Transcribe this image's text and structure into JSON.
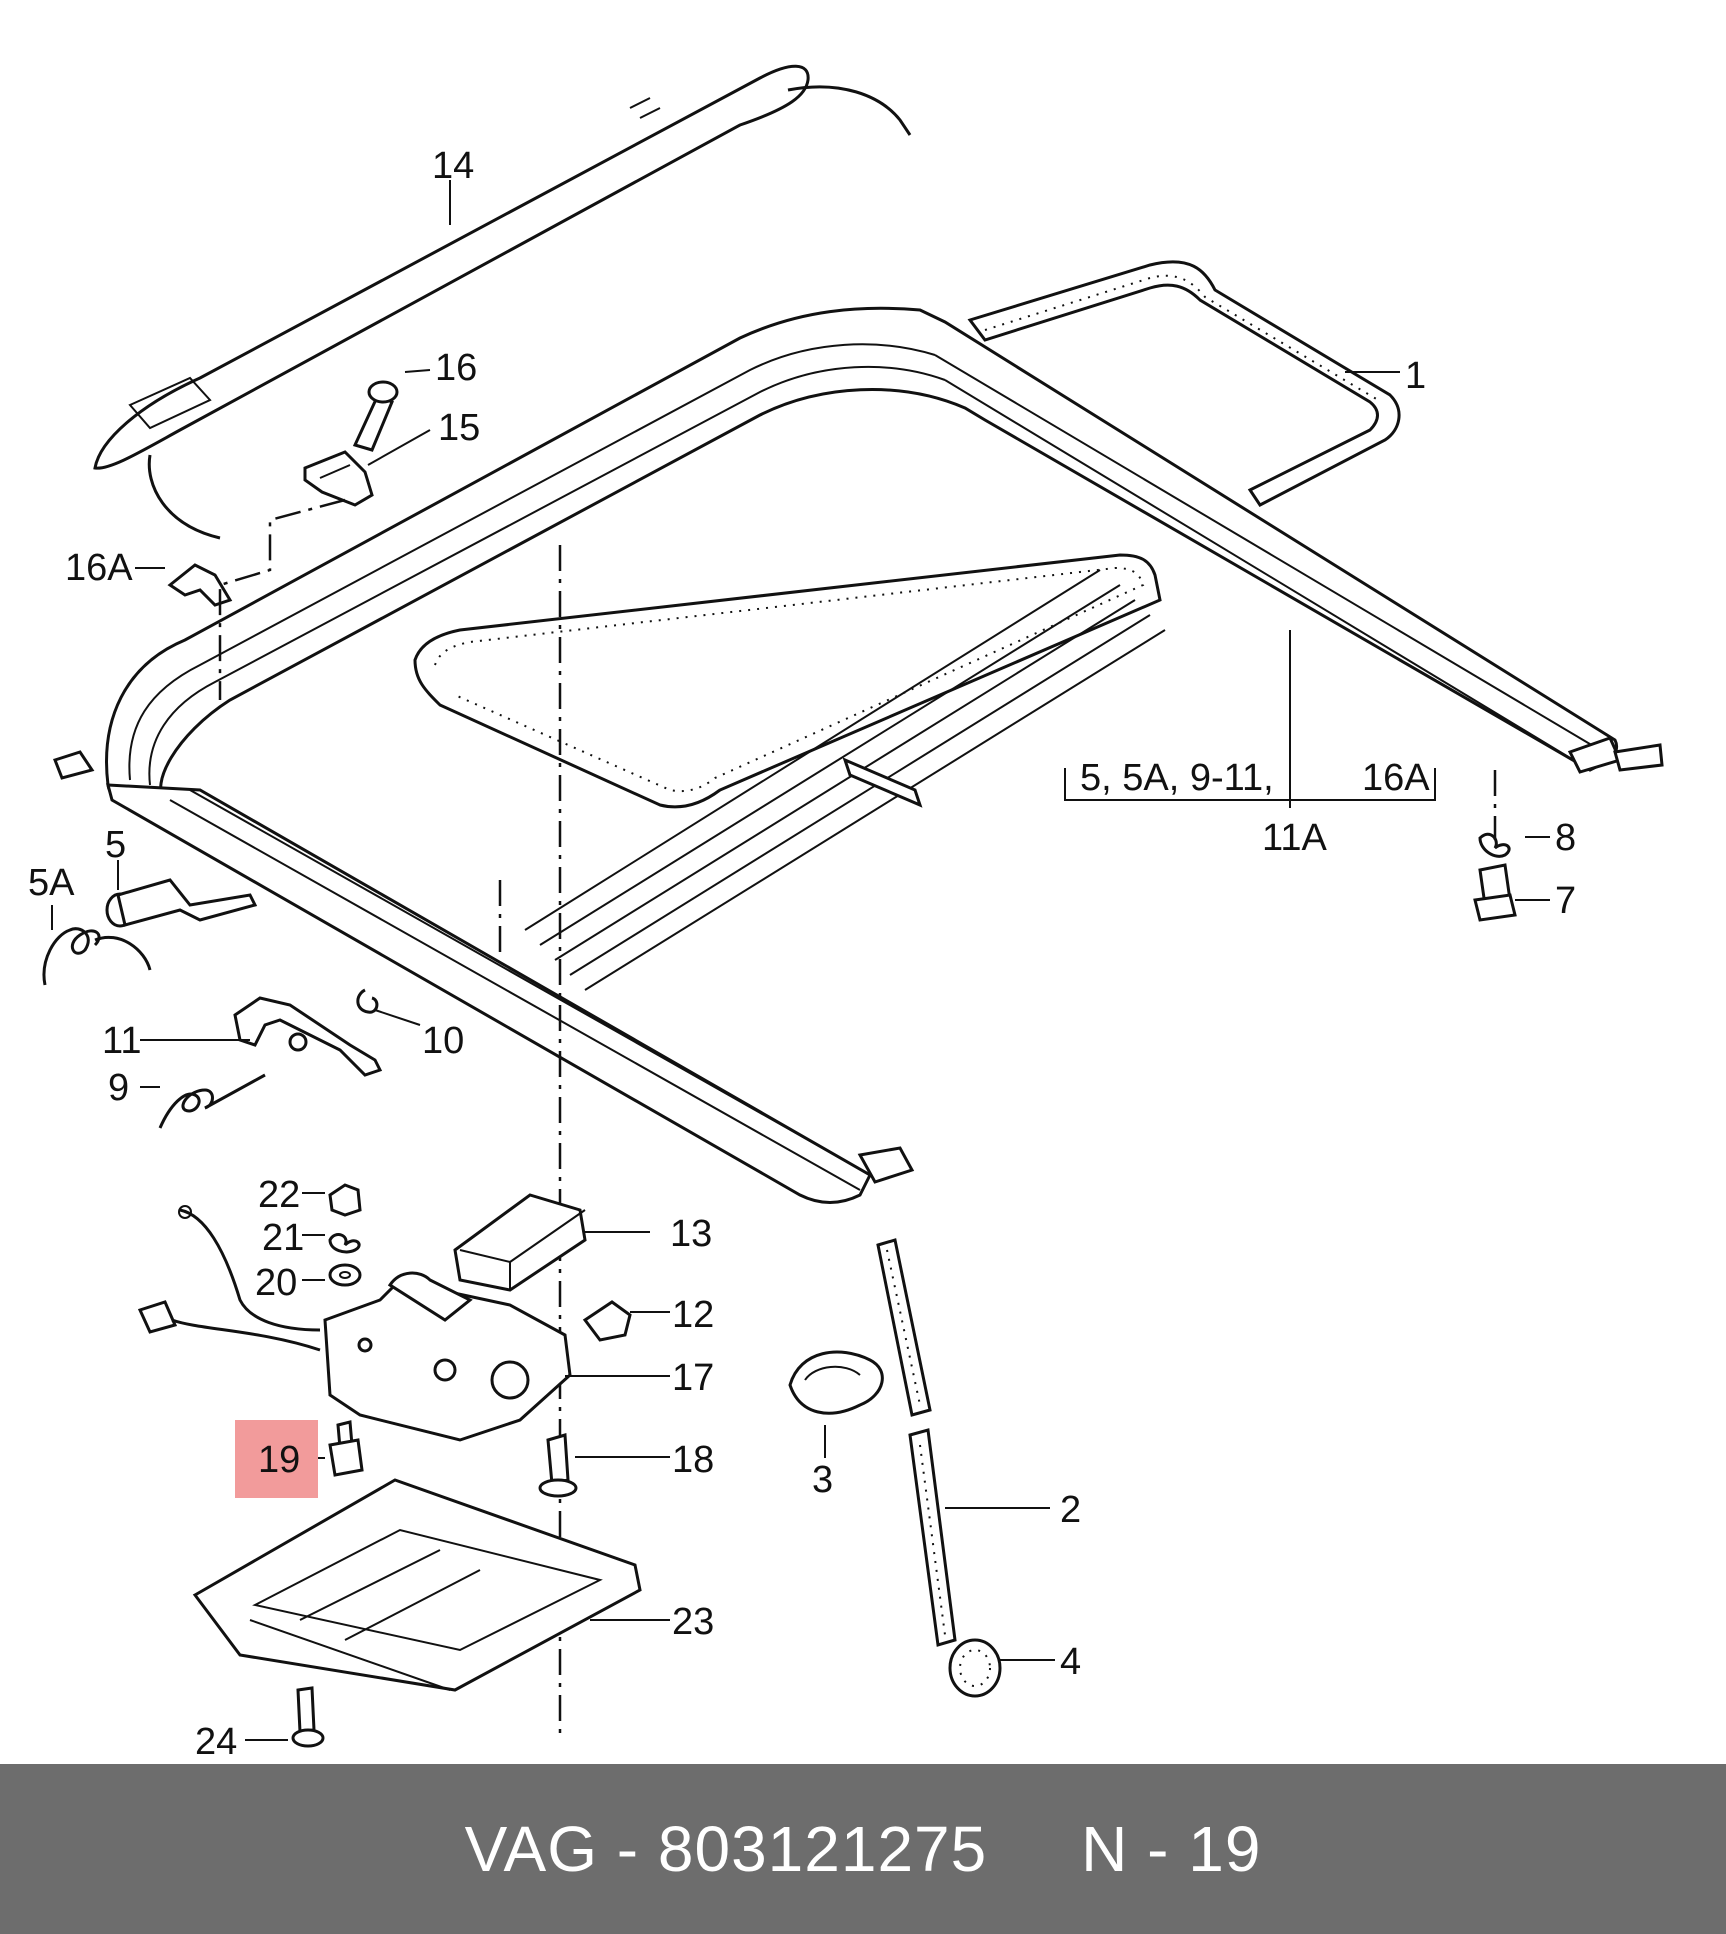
{
  "diagram": {
    "callouts": [
      "1",
      "2",
      "3",
      "4",
      "5",
      "5A",
      "7",
      "8",
      "9",
      "10",
      "11",
      "11A",
      "12",
      "13",
      "14",
      "15",
      "16",
      "16A",
      "17",
      "18",
      "19",
      "20",
      "21",
      "22",
      "23",
      "24"
    ],
    "group_label": "5, 5A, 9-11,",
    "group_label_right": "16A",
    "group_label_bottom": "11A",
    "highlighted_callout": "19",
    "highlight_color": "#f29b9b"
  },
  "footer": {
    "brand": "VAG",
    "separator": " - ",
    "part_number": "803121275",
    "position_label": "N - 19",
    "background_color": "#6d6d6d"
  }
}
